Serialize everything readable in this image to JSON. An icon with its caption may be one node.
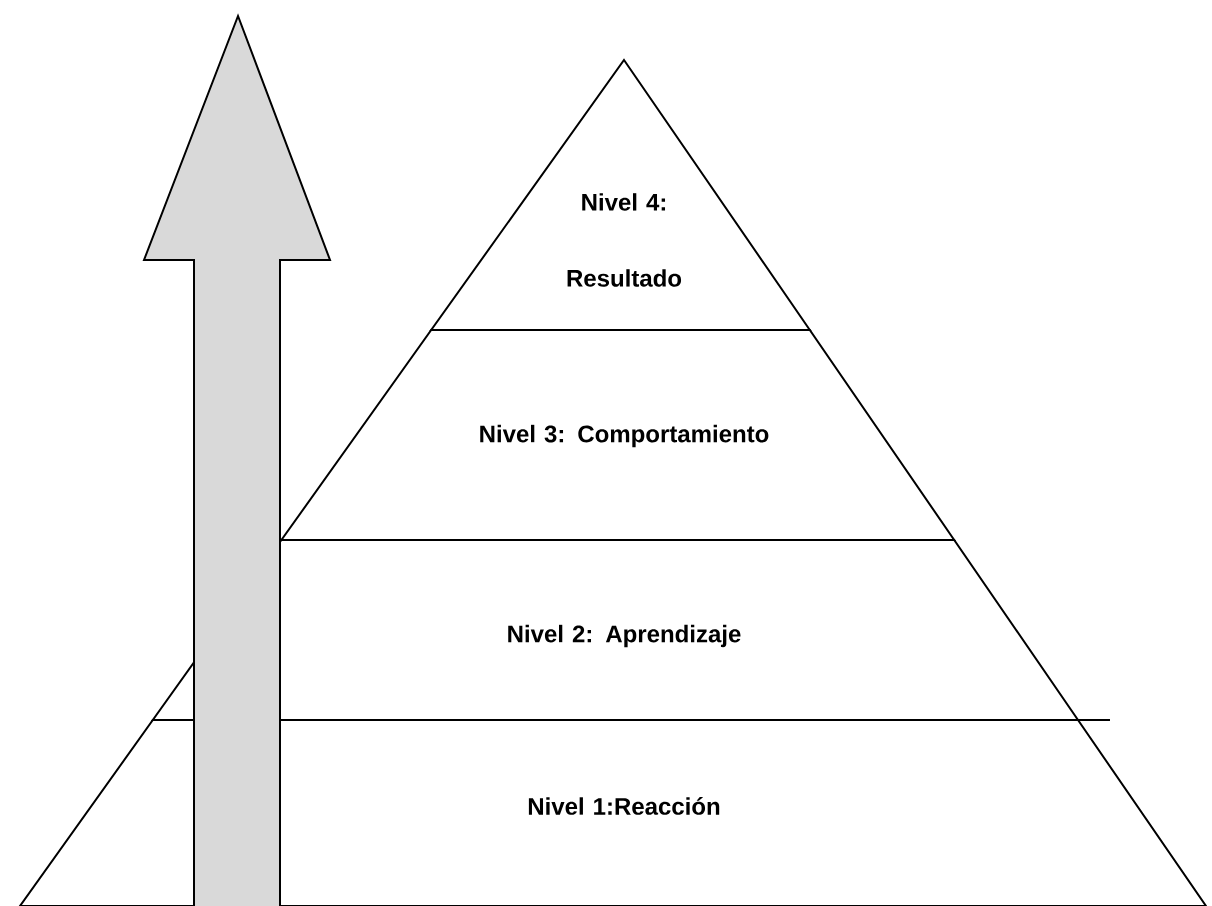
{
  "diagram": {
    "nodes": [
      {
        "text": [
          "Nivel 4: Resultado"
        ]
      },
      {
        "text": [
          "Nivel 3: Comportamiento"
        ]
      },
      {
        "text": [
          "Nivel 2: Aprendizaje"
        ]
      },
      {
        "text": [
          "Nivel 1:Reacción"
        ]
      }
    ]
  }
}
